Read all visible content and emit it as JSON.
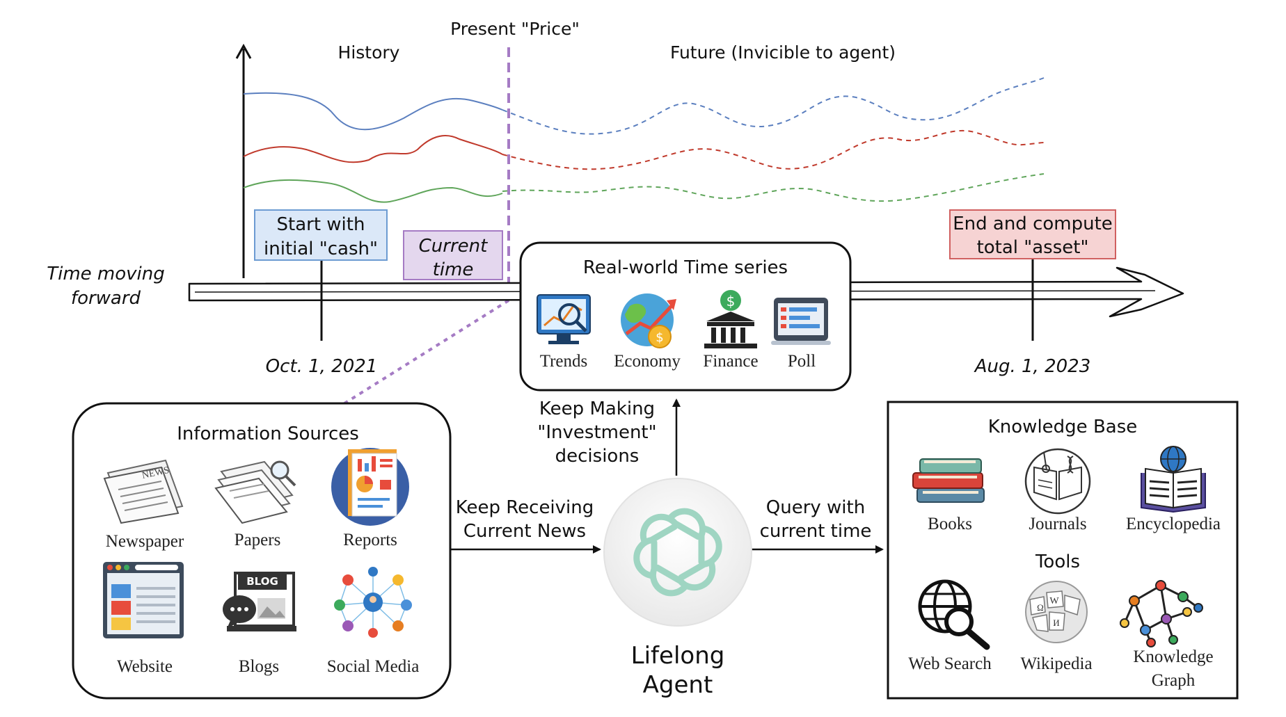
{
  "top": {
    "present_label": "Present \"Price\"",
    "history_label": "History",
    "future_label": "Future (Invicible to agent)",
    "time_label_line1": "Time moving",
    "time_label_line2": "forward",
    "start_label_line1": "Start with",
    "start_label_line2": "initial \"cash\"",
    "current_label_line1": "Current",
    "current_label_line2": "time",
    "end_label_line1": "End and compute",
    "end_label_line2": "total \"asset\"",
    "start_date": "Oct. 1, 2021",
    "end_date": "Aug. 1, 2023"
  },
  "timeseries_box": {
    "title": "Real-world Time series",
    "items": [
      "Trends",
      "Economy",
      "Finance",
      "Poll"
    ]
  },
  "info_sources": {
    "title": "Information Sources",
    "items": [
      "Newspaper",
      "Papers",
      "Reports",
      "Website",
      "Blogs",
      "Social Media"
    ],
    "news_icon_text": "NEWS",
    "blog_icon_text": "BLOG"
  },
  "center": {
    "keep_making_line1": "Keep Making",
    "keep_making_line2": "\"Investment\"",
    "keep_making_line3": "decisions",
    "receiving_line1": "Keep Receiving",
    "receiving_line2": "Current News",
    "query_line1": "Query with",
    "query_line2": "current time",
    "agent_line1": "Lifelong",
    "agent_line2": "Agent"
  },
  "knowledge_box": {
    "title": "Knowledge Base",
    "items": [
      "Books",
      "Journals",
      "Encyclopedia"
    ],
    "tools_title": "Tools",
    "tools": [
      "Web Search",
      "Wikipedia"
    ],
    "kg_line1": "Knowledge",
    "kg_line2": "Graph"
  },
  "colors": {
    "series_blue": "#5b7fbf",
    "series_red": "#c0392b",
    "series_green": "#5fa55a",
    "present_line": "#a57bc4",
    "start_box_fill": "#dbe8f8",
    "start_box_stroke": "#6c9bd2",
    "current_box_fill": "#e4d7ee",
    "current_box_stroke": "#a57bc4",
    "end_box_fill": "#f6d3d3",
    "end_box_stroke": "#d06060",
    "agent_logo": "#9fd5c2"
  }
}
